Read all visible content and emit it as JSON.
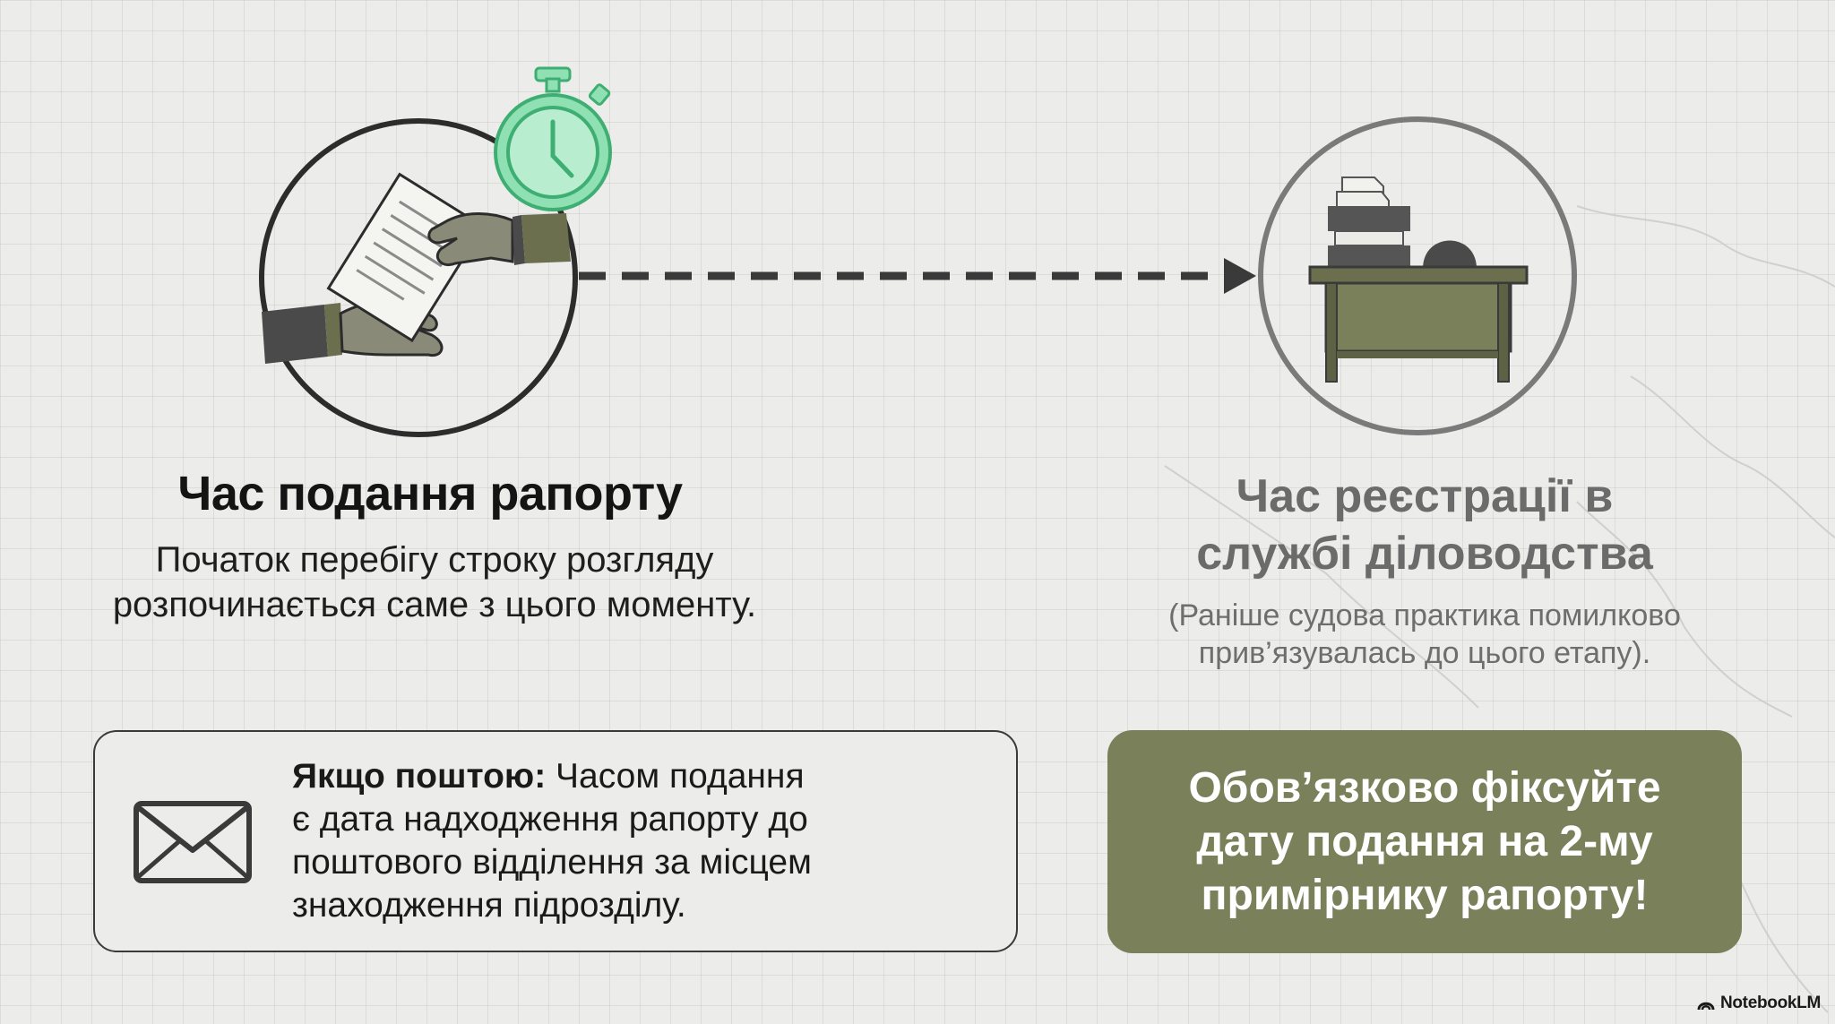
{
  "left_step": {
    "title": "Час подання рапорту",
    "description_line1": "Початок перебігу строку розгляду",
    "description_line2": "розпочинається саме з цього моменту."
  },
  "right_step": {
    "title_line1": "Час реєстрації в",
    "title_line2": "службі діловодства",
    "description_line1": "(Раніше судова практика помилково",
    "description_line2": "прив’язувалась до цього етапу)."
  },
  "mail_note": {
    "label": "Якщо поштою:",
    "text_line1": " Часом подання",
    "text_line2": "є дата надходження рапорту до",
    "text_line3": "поштового відділення за місцем",
    "text_line4": "знаходження підрозділу."
  },
  "highlight_note": {
    "line1": "Обов’язково фіксуйте",
    "line2": "дату подання на 2-му",
    "line3": "примірнику рапорту!"
  },
  "brand": {
    "name": "NotebookLM"
  },
  "icons": {
    "left_circle": "document-handover-icon",
    "timer": "stopwatch-icon",
    "right_circle": "office-desk-icon",
    "mail": "envelope-icon",
    "brand": "notebooklm-logo-icon"
  },
  "colors": {
    "olive": "#7a805a",
    "timer_green": "#4fc58a",
    "text_dark": "#141414",
    "text_muted": "#6b6b6b"
  }
}
